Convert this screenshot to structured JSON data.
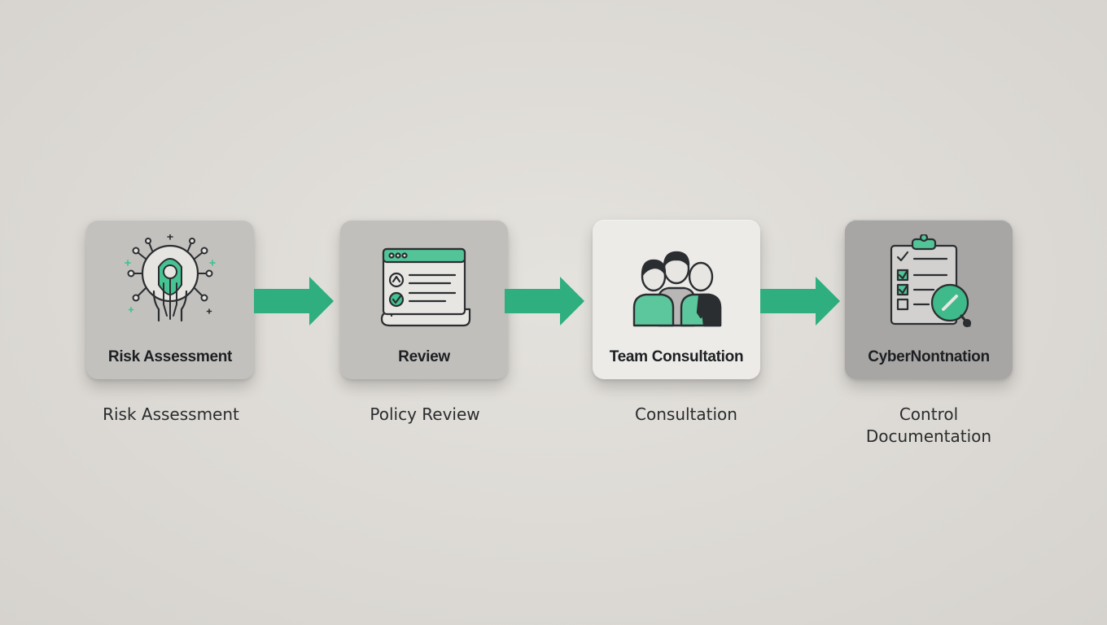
{
  "colors": {
    "accent": "#2fae7f",
    "accent_light": "#63c9a1",
    "ink": "#2a2c2e",
    "card_1": "#c3c1be",
    "card_2": "#c1bfbc",
    "card_3": "#ecebe8",
    "card_4": "#a7a6a4"
  },
  "steps": [
    {
      "card_title": "Risk Assessment",
      "caption": [
        "Risk Assessment"
      ],
      "icon": "circuit-head-icon"
    },
    {
      "card_title": "Review",
      "caption": [
        "Policy Review"
      ],
      "icon": "document-review-icon"
    },
    {
      "card_title": "Team Consultation",
      "caption": [
        "Consultation"
      ],
      "icon": "team-people-icon"
    },
    {
      "card_title": "CyberNontnation",
      "caption": [
        "Control",
        "Documentation"
      ],
      "icon": "clipboard-checklist-icon"
    }
  ],
  "connectors": [
    "arrow-right-icon",
    "arrow-right-icon",
    "arrow-right-icon"
  ]
}
